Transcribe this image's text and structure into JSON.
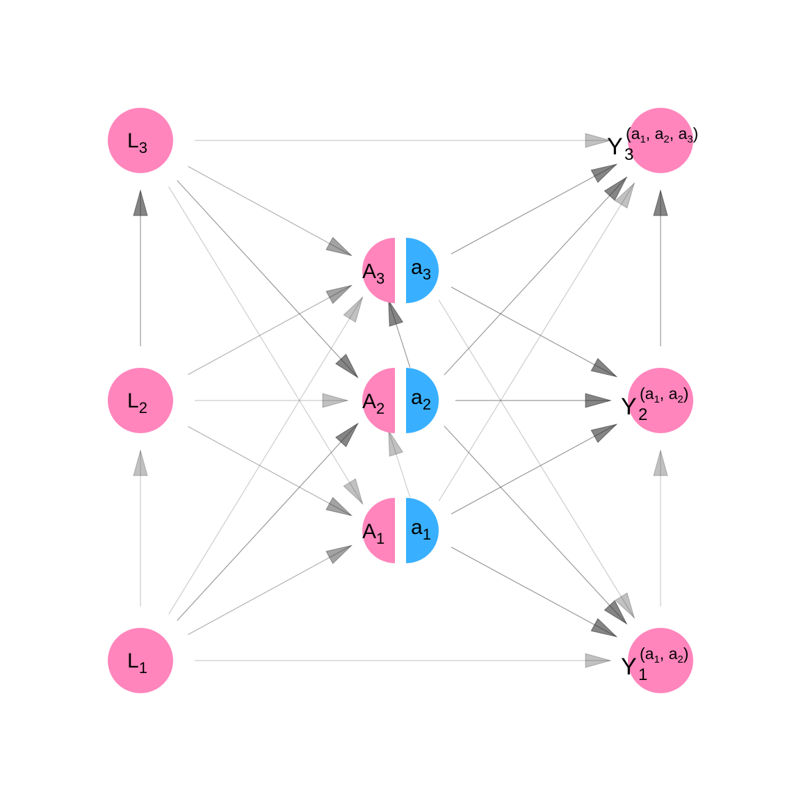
{
  "colors": {
    "pink": "#FF85BC",
    "blue": "#38B0FF",
    "edge": "#555555"
  },
  "nodes": {
    "L1": {
      "base": "L",
      "sub": "1"
    },
    "L2": {
      "base": "L",
      "sub": "2"
    },
    "L3": {
      "base": "L",
      "sub": "3"
    },
    "A1": {
      "base": "A",
      "sub": "1",
      "fixed": "a",
      "fixed_sub": "1"
    },
    "A2": {
      "base": "A",
      "sub": "2",
      "fixed": "a",
      "fixed_sub": "2"
    },
    "A3": {
      "base": "A",
      "sub": "3",
      "fixed": "a",
      "fixed_sub": "3"
    },
    "Y1": {
      "base": "Y",
      "sub": "1",
      "sup_parts": [
        "(a",
        "1",
        ", a",
        "2",
        ")"
      ]
    },
    "Y2": {
      "base": "Y",
      "sub": "2",
      "sup_parts": [
        "(a",
        "1",
        ", a",
        "2",
        ")"
      ]
    },
    "Y3": {
      "base": "Y",
      "sub": "3",
      "sup_parts": [
        "(a",
        "1",
        ", a",
        "2",
        ", a",
        "3",
        ")"
      ]
    }
  },
  "edges": [
    {
      "from": "L3",
      "to": "Y3",
      "strength": "light"
    },
    {
      "from": "L3",
      "to": "A3",
      "strength": "medium"
    },
    {
      "from": "L3",
      "to": "A2",
      "strength": "dark"
    },
    {
      "from": "L3",
      "to": "A1",
      "strength": "light"
    },
    {
      "from": "L2",
      "to": "L3",
      "strength": "dark"
    },
    {
      "from": "L2",
      "to": "A3",
      "strength": "medium"
    },
    {
      "from": "L2",
      "to": "A2",
      "strength": "light"
    },
    {
      "from": "L2",
      "to": "A1",
      "strength": "medium"
    },
    {
      "from": "L1",
      "to": "L2",
      "strength": "light"
    },
    {
      "from": "L1",
      "to": "A3",
      "strength": "light"
    },
    {
      "from": "L1",
      "to": "A2",
      "strength": "dark"
    },
    {
      "from": "L1",
      "to": "A1",
      "strength": "medium"
    },
    {
      "from": "L1",
      "to": "Y1",
      "strength": "light"
    },
    {
      "from": "a1",
      "to": "A2",
      "strength": "light"
    },
    {
      "from": "a1",
      "to": "Y1",
      "strength": "dark"
    },
    {
      "from": "a1",
      "to": "Y2",
      "strength": "dark"
    },
    {
      "from": "a1",
      "to": "Y3",
      "strength": "light"
    },
    {
      "from": "a2",
      "to": "A3",
      "strength": "dark"
    },
    {
      "from": "a2",
      "to": "Y1",
      "strength": "dark"
    },
    {
      "from": "a2",
      "to": "Y2",
      "strength": "dark"
    },
    {
      "from": "a2",
      "to": "Y3",
      "strength": "dark"
    },
    {
      "from": "a3",
      "to": "Y1",
      "strength": "light"
    },
    {
      "from": "a3",
      "to": "Y2",
      "strength": "dark"
    },
    {
      "from": "a3",
      "to": "Y3",
      "strength": "dark"
    },
    {
      "from": "Y2",
      "to": "Y3",
      "strength": "dark"
    },
    {
      "from": "Y1",
      "to": "Y2",
      "strength": "light"
    }
  ]
}
